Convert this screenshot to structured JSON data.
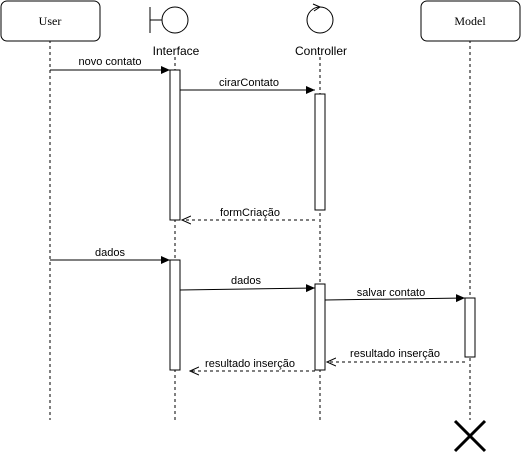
{
  "participants": {
    "user": {
      "label": "User",
      "kind": "box"
    },
    "interface": {
      "label": "Interface",
      "kind": "boundary"
    },
    "controller": {
      "label": "Controller",
      "kind": "control"
    },
    "model": {
      "label": "Model",
      "kind": "box"
    }
  },
  "messages": [
    {
      "id": "m1",
      "label": "novo contato",
      "from": "user",
      "to": "interface",
      "style": "solid"
    },
    {
      "id": "m2",
      "label": "cirarContato",
      "from": "interface",
      "to": "controller",
      "style": "solid"
    },
    {
      "id": "m3",
      "label": "formCriação",
      "from": "controller",
      "to": "interface",
      "style": "dashed"
    },
    {
      "id": "m4",
      "label": "dados",
      "from": "user",
      "to": "interface",
      "style": "solid"
    },
    {
      "id": "m5",
      "label": "dados",
      "from": "interface",
      "to": "controller",
      "style": "solid"
    },
    {
      "id": "m6",
      "label": "salvar contato",
      "from": "controller",
      "to": "model",
      "style": "solid"
    },
    {
      "id": "m7",
      "label": "resultado inserção",
      "from": "model",
      "to": "controller",
      "style": "dashed"
    },
    {
      "id": "m8",
      "label": "resultado inserção",
      "from": "controller",
      "to": "interface",
      "style": "dashed"
    }
  ],
  "destruction": {
    "participant": "model",
    "symbol": "X"
  },
  "colors": {
    "stroke": "#000000",
    "dashed": "#000000",
    "fill": "#ffffff",
    "text": "#000000"
  }
}
